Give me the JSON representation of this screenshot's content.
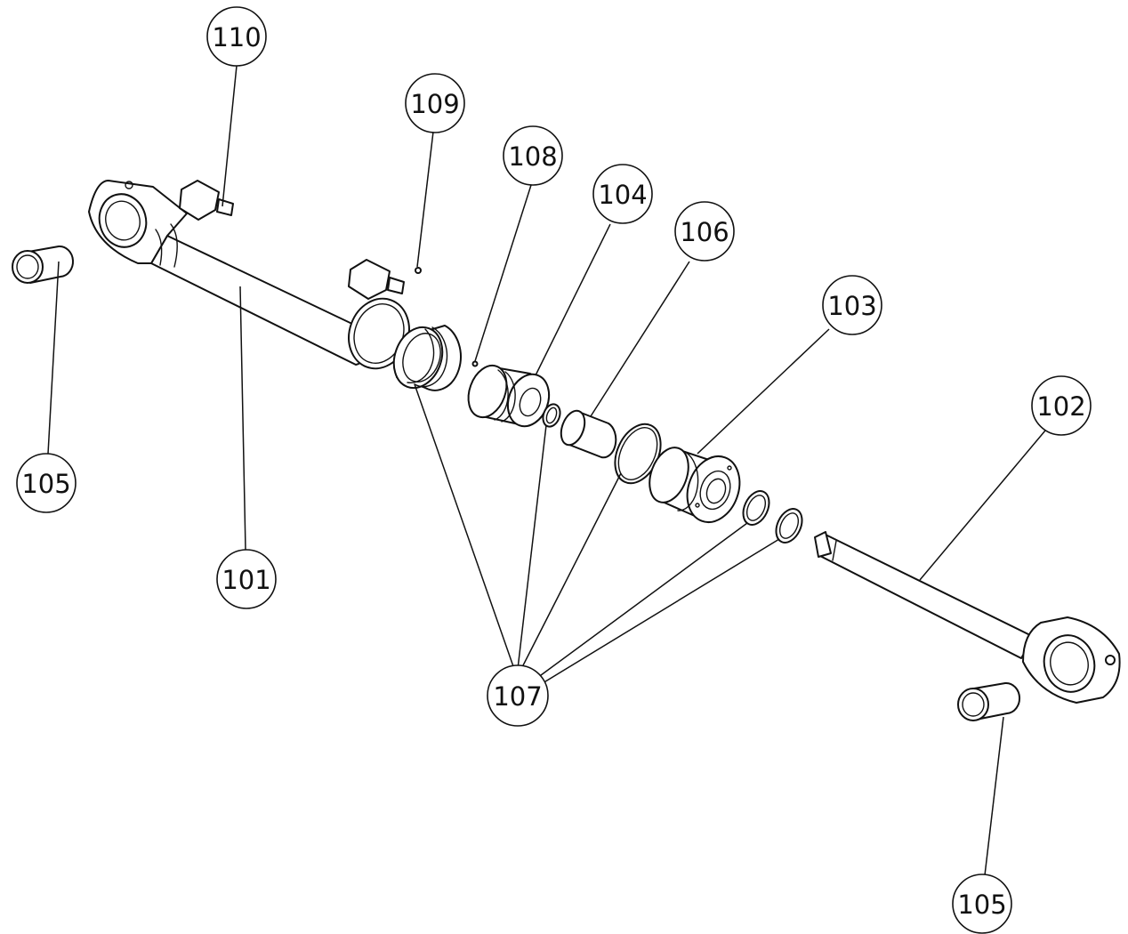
{
  "callouts": {
    "c110": "110",
    "c109": "109",
    "c108": "108",
    "c104": "104",
    "c106": "106",
    "c103": "103",
    "c102": "102",
    "c105_left": "105",
    "c101": "101",
    "c107": "107",
    "c105_right": "105"
  },
  "colors": {
    "line": "#111111",
    "background": "#ffffff"
  }
}
